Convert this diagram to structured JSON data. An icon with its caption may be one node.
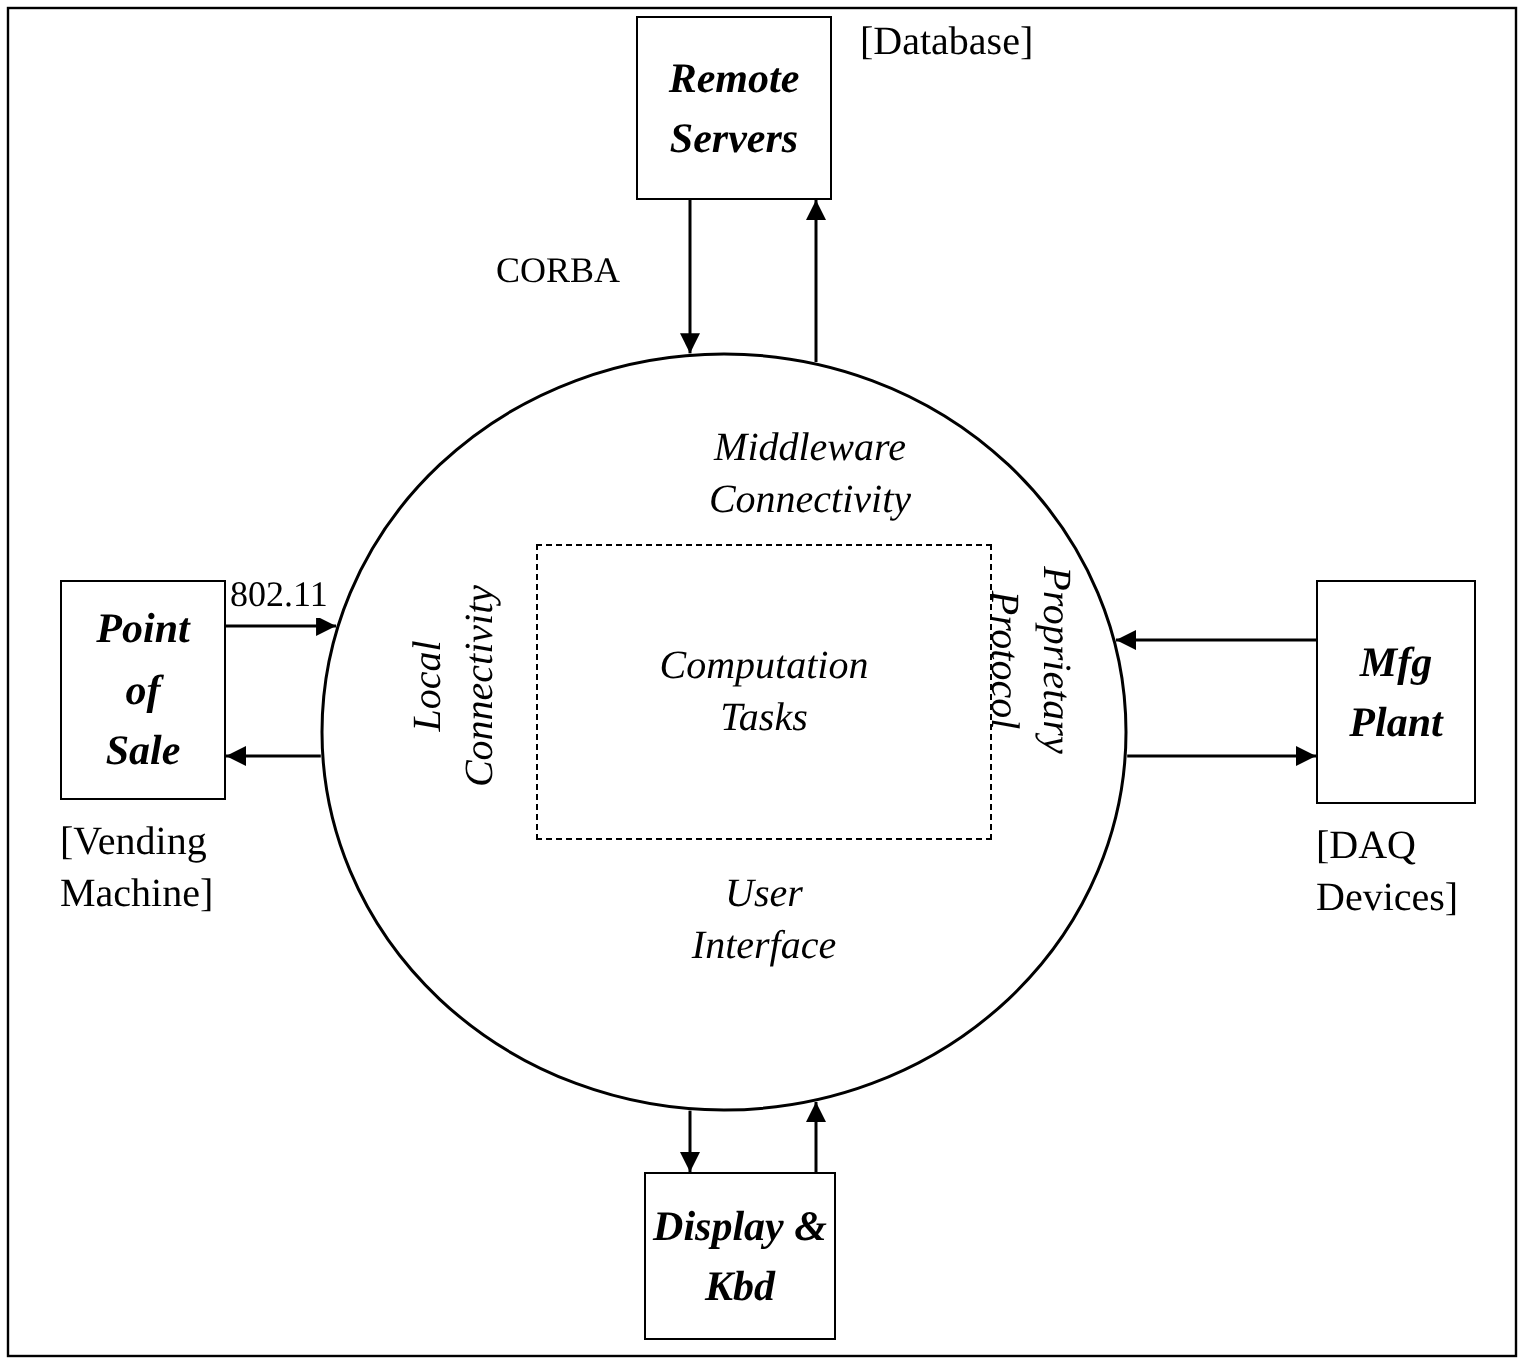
{
  "diagram": {
    "nodes": [
      {
        "text": [
          "Remote Servers"
        ],
        "beside": [
          "[Database]"
        ]
      },
      {
        "text": [
          "Middleware Connectivity",
          "Local Connectivity",
          "Proprietary Protocol",
          "User Interface"
        ]
      },
      {
        "text": [
          "Computation Tasks"
        ],
        "in": 1
      },
      {
        "text": [
          "Point of Sale"
        ],
        "beside": [
          "[Vending Machine]"
        ]
      },
      {
        "text": [
          "Mfg Plant"
        ],
        "beside": [
          "[DAQ Devices]"
        ]
      },
      {
        "text": [
          "Display & Kbd"
        ]
      }
    ],
    "edges": [
      {
        "from": 0,
        "to": 1,
        "arrow": "to",
        "label": "CORBA"
      },
      {
        "from": 1,
        "to": 0,
        "arrow": "to"
      },
      {
        "from": 3,
        "to": 1,
        "arrow": "to",
        "label": "802.11"
      },
      {
        "from": 1,
        "to": 3,
        "arrow": "to"
      },
      {
        "from": 4,
        "to": 1,
        "arrow": "to"
      },
      {
        "from": 1,
        "to": 4,
        "arrow": "to"
      },
      {
        "from": 1,
        "to": 5,
        "arrow": "to"
      },
      {
        "from": 5,
        "to": 1,
        "arrow": "to"
      }
    ]
  }
}
